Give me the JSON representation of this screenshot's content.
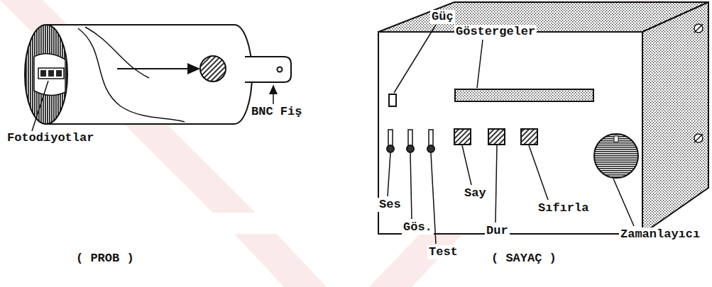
{
  "diagram": {
    "labels": [
      "Fotodiyotlar",
      "BNC Fiş",
      "( PROB )",
      "Güç",
      "Göstergeler",
      "Ses",
      "Gös.",
      "Test",
      "Say",
      "Dur",
      "Sıfırla",
      "Zamanlayıcı",
      "( SAYAÇ )"
    ]
  }
}
